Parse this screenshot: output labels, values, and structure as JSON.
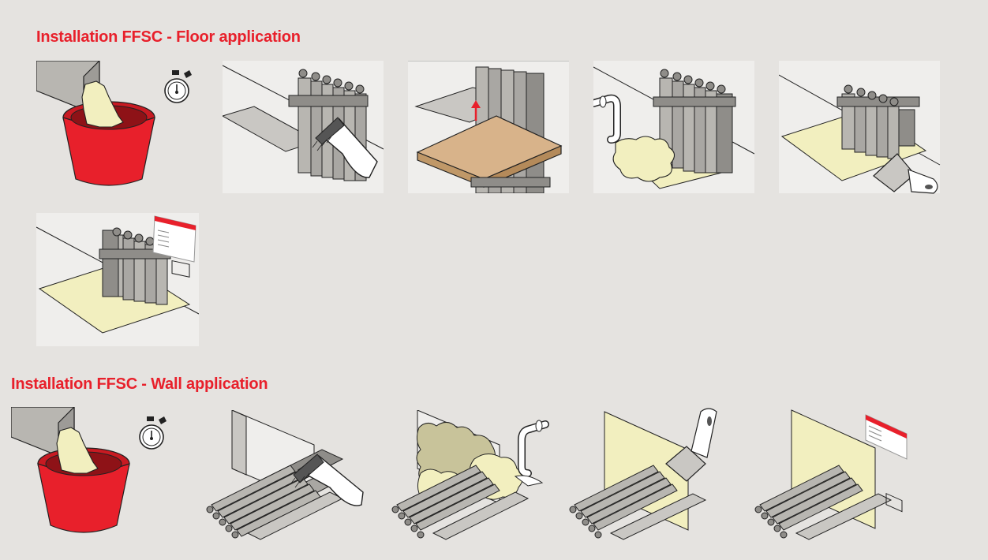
{
  "floor": {
    "title": "Installation FFSC - Floor application",
    "steps": [
      "mix",
      "clean",
      "formwork",
      "pour",
      "smooth",
      "label"
    ]
  },
  "wall": {
    "title": "Installation FFSC - Wall application",
    "steps": [
      "mix",
      "clean",
      "fill",
      "smooth",
      "label"
    ]
  },
  "colors": {
    "title_red": "#e8202b",
    "bucket_red": "#e8202b",
    "sealant_yellow": "#f2efbf",
    "metal_grey": "#b8b6b1",
    "board_tan": "#d8b38a",
    "panel_white": "#efeeec",
    "background": "#e5e3e0"
  }
}
